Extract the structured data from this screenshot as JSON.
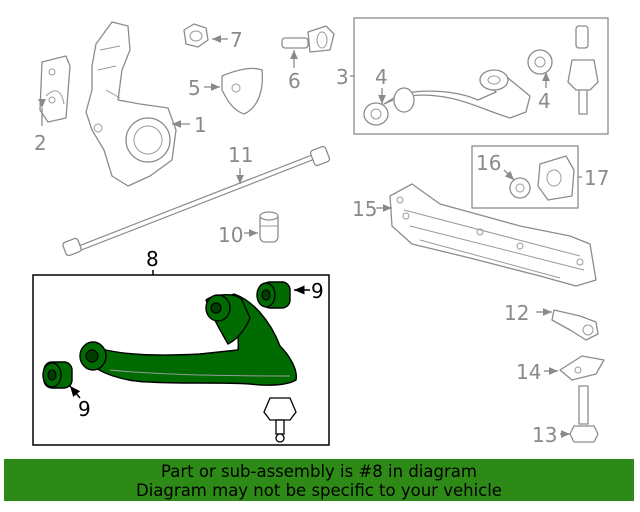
{
  "callouts": {
    "c1": "1",
    "c2": "2",
    "c3": "3",
    "c4a": "4",
    "c4b": "4",
    "c5": "5",
    "c6": "6",
    "c7": "7",
    "c8": "8",
    "c9a": "9",
    "c9b": "9",
    "c10": "10",
    "c11": "11",
    "c12": "12",
    "c13": "13",
    "c14": "14",
    "c15": "15",
    "c16": "16",
    "c17": "17"
  },
  "banner": {
    "line1": "Part or sub-assembly is #8 in diagram",
    "line2": "Diagram may not be specific to your vehicle"
  },
  "colors": {
    "highlight": "#006b00",
    "banner": "#2e8a16",
    "linework": "#8c8c8c"
  }
}
